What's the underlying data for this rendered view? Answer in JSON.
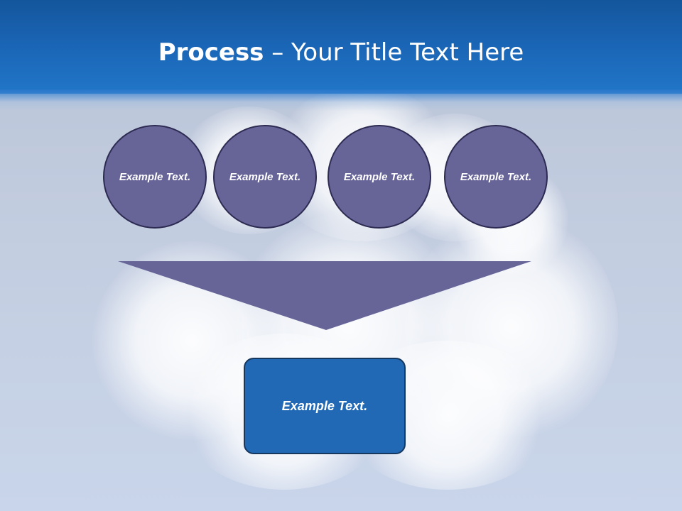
{
  "title": {
    "bold": "Process",
    "rest": " – Your Title Text Here"
  },
  "circles": [
    {
      "label": "Example Text."
    },
    {
      "label": "Example Text."
    },
    {
      "label": "Example Text."
    },
    {
      "label": "Example Text."
    }
  ],
  "result_box": {
    "label": "Example Text."
  },
  "colors": {
    "header": "#1a64b4",
    "circle_fill": "#676598",
    "funnel_fill": "#676598",
    "box_fill": "#2169b5"
  }
}
